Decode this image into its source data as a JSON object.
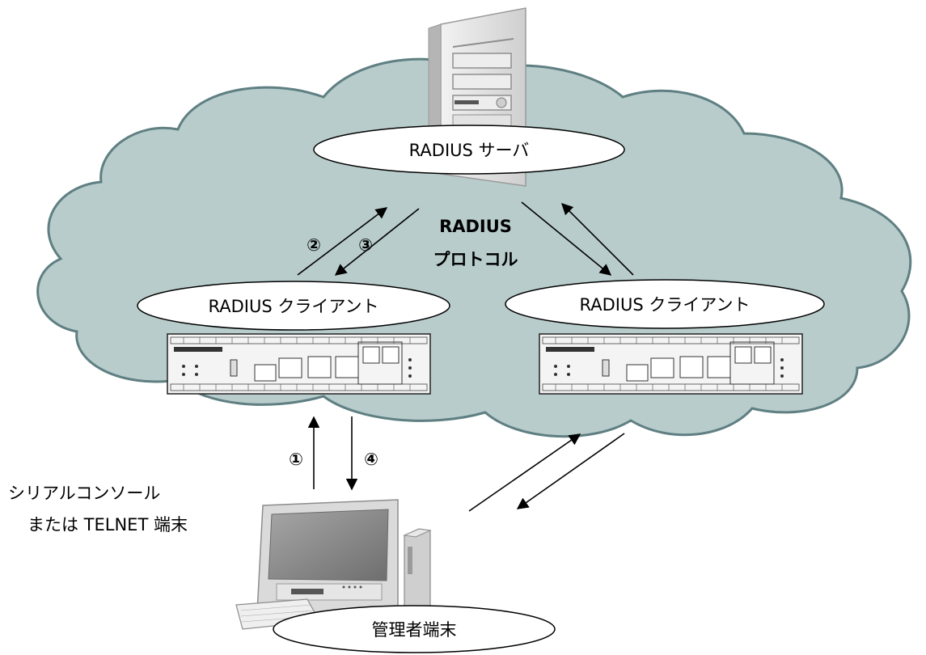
{
  "server_label": "RADIUS サーバ",
  "protocol_label_line1": "RADIUS",
  "protocol_label_line2": "プロトコル",
  "client_left_label": "RADIUS クライアント",
  "client_right_label": "RADIUS クライアント",
  "terminal_label": "管理者端末",
  "console_label_line1": "シリアルコンソール",
  "console_label_line2": "または TELNET 端末",
  "step_1": "①",
  "step_2": "②",
  "step_3": "③",
  "step_4": "④",
  "colors": {
    "cloud_fill": "#b9cccc",
    "cloud_stroke": "#5f7f82",
    "server_body": "#e6e6e6",
    "monitor_body": "#d9d9d9",
    "monitor_screen": "#8c8c8c",
    "switch_body": "#f4f4f4"
  },
  "icons": [
    "server-tower-icon",
    "network-switch-icon",
    "desktop-computer-icon"
  ]
}
